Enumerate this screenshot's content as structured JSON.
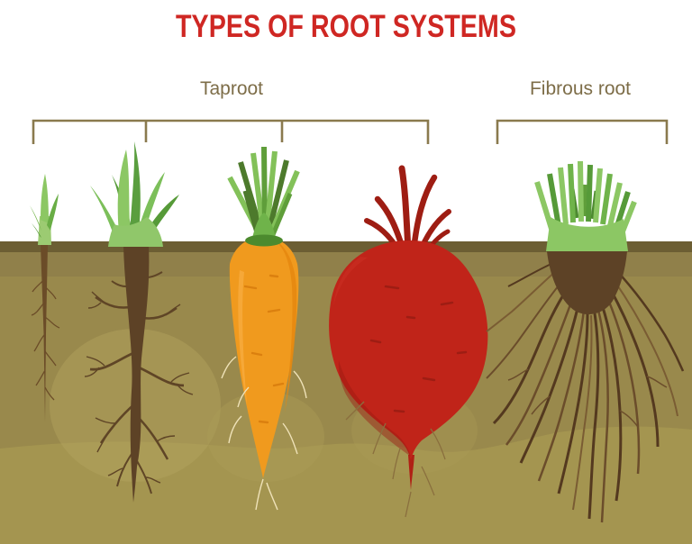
{
  "title": {
    "text": "TYPES OF ROOT SYSTEMS"
  },
  "labels": {
    "taproot": "Taproot",
    "fibrous_root": "Fibrous root"
  },
  "groups": [
    {
      "label": "Taproot",
      "illustrations": [
        "seedling-taproot",
        "grass-plant-taproot",
        "carrot-taproot",
        "beet-taproot"
      ]
    },
    {
      "label": "Fibrous root",
      "illustrations": [
        "grass-clump-fibrous-root"
      ]
    }
  ],
  "colors": {
    "background": "#ffffff",
    "title_red": "#cf2723",
    "label_olive": "#7d6d48",
    "bracket": "#8a7a4e",
    "soil_top_line": "#6c5e33",
    "soil_band_upper": "#90804a",
    "soil_base": "#99894c",
    "soil_band_lower": "#a49550",
    "soil_patch": "#b3a35f",
    "leaf_light": "#8cc764",
    "leaf_mid": "#6fb34a",
    "leaf_dark": "#569a38",
    "carrot_orange": "#f09a1e",
    "carrot_shadow": "#e5880f",
    "beet_red": "#c02419",
    "beet_dark": "#9e1d13",
    "root_brown": "#5d4226",
    "root_light": "#6b4d2b",
    "hair_root": "#efe2b8"
  }
}
